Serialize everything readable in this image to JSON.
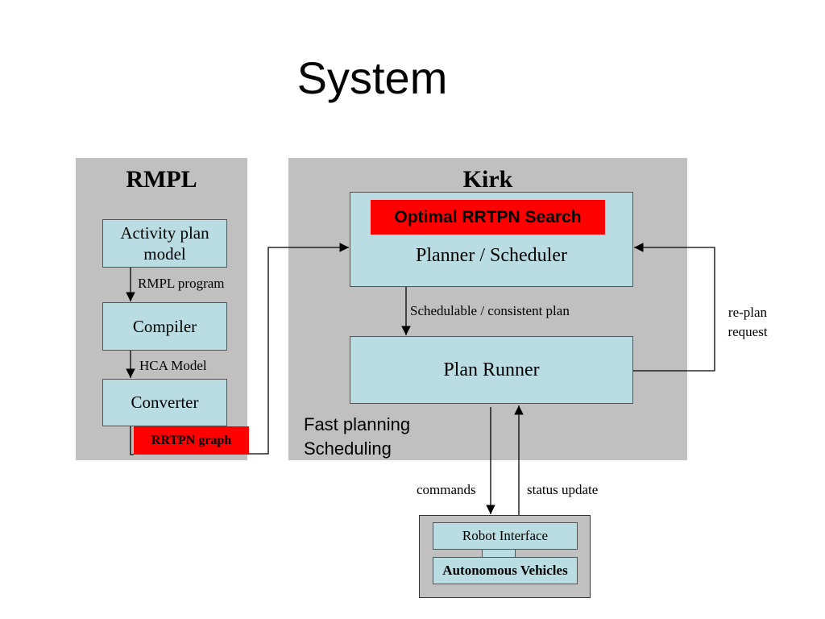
{
  "title": "System",
  "rmpl": {
    "title": "RMPL",
    "activity_plan_model": "Activity plan model",
    "rmpl_program_label": "RMPL program",
    "compiler": "Compiler",
    "hca_model_label": "HCA Model",
    "converter": "Converter",
    "rrtpn_graph": "RRTPN graph"
  },
  "kirk": {
    "title": "Kirk",
    "optimal_search": "Optimal RRTPN Search",
    "planner_scheduler": "Planner / Scheduler",
    "schedulable_label": "Schedulable / consistent plan",
    "plan_runner": "Plan Runner",
    "fast_planning": "Fast planning",
    "scheduling": "Scheduling"
  },
  "replan": {
    "line1": "re-plan",
    "line2": "request"
  },
  "commands_label": "commands",
  "status_update_label": "status update",
  "robot": {
    "robot_interface": "Robot Interface",
    "autonomous_vehicles": "Autonomous Vehicles"
  },
  "colors": {
    "panel": "#c0c0c0",
    "box_fill": "#b9dde2",
    "highlight_red": "#ff0000"
  }
}
